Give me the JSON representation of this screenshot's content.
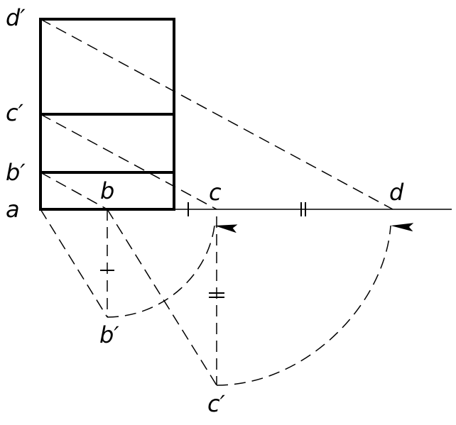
{
  "labels": {
    "d_prime_left": "d′",
    "c_prime_left": "c′",
    "b_prime_left": "b′",
    "a": "a",
    "b": "b",
    "c": "c",
    "d": "d",
    "b_prime_low": "b′",
    "c_prime_low": "c′"
  },
  "colors": {
    "stroke": "#000000",
    "background": "#ffffff"
  }
}
